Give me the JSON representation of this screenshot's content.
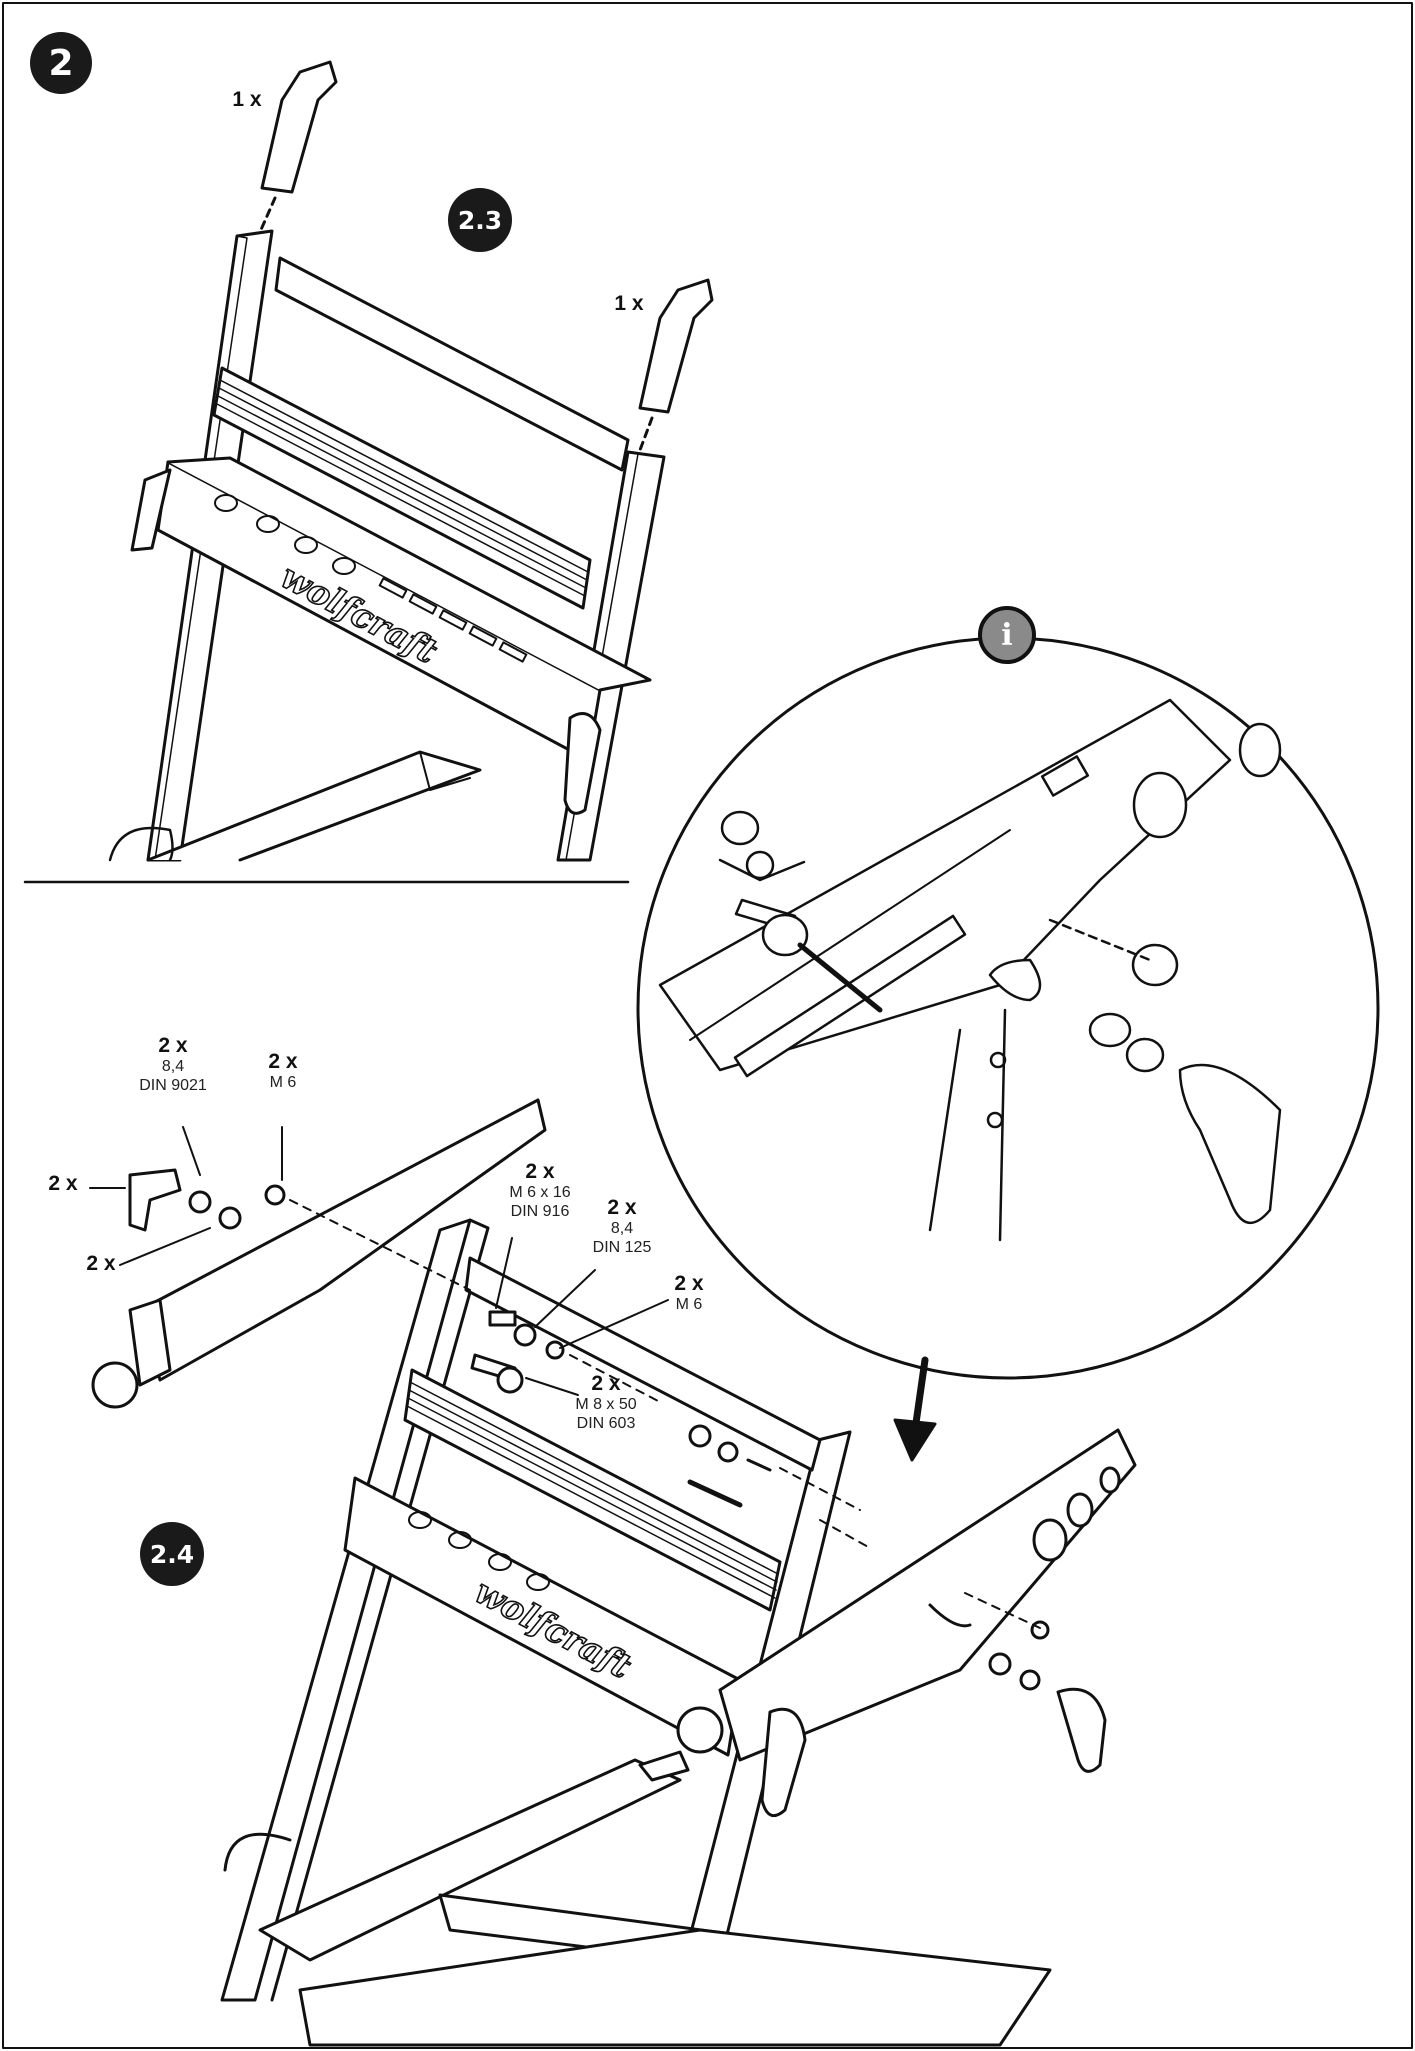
{
  "step": {
    "number": "2"
  },
  "sub_steps": {
    "a": "2.3",
    "b": "2.4"
  },
  "brand": "wolfcraft",
  "info_icon": {
    "glyph": "i",
    "color": "#8a8a8a",
    "name": "info-icon"
  },
  "step_2_3": {
    "left_qty": "1 x",
    "right_qty": "1 x"
  },
  "step_2_4": {
    "washer_label": {
      "qty": "2 x",
      "size": "8,4",
      "standard": "DIN 9021"
    },
    "nut_top_label": {
      "qty": "2 x",
      "size": "M 6"
    },
    "lever_label": {
      "qty": "2 x"
    },
    "bushing_label": {
      "qty": "2 x"
    },
    "bolt_m6_label": {
      "qty": "2 x",
      "size": "M 6 x 16",
      "standard": "DIN 916"
    },
    "washer_125_label": {
      "qty": "2 x",
      "size": "8,4",
      "standard": "DIN 125"
    },
    "nut_m6_label": {
      "qty": "2 x",
      "size": "M 6"
    },
    "bolt_m8_label": {
      "qty": "2 x",
      "size": "M 8 x 50",
      "standard": "DIN 603"
    }
  },
  "colors": {
    "ink": "#111111",
    "badge": "#1a1a1a",
    "info": "#8a8a8a"
  }
}
